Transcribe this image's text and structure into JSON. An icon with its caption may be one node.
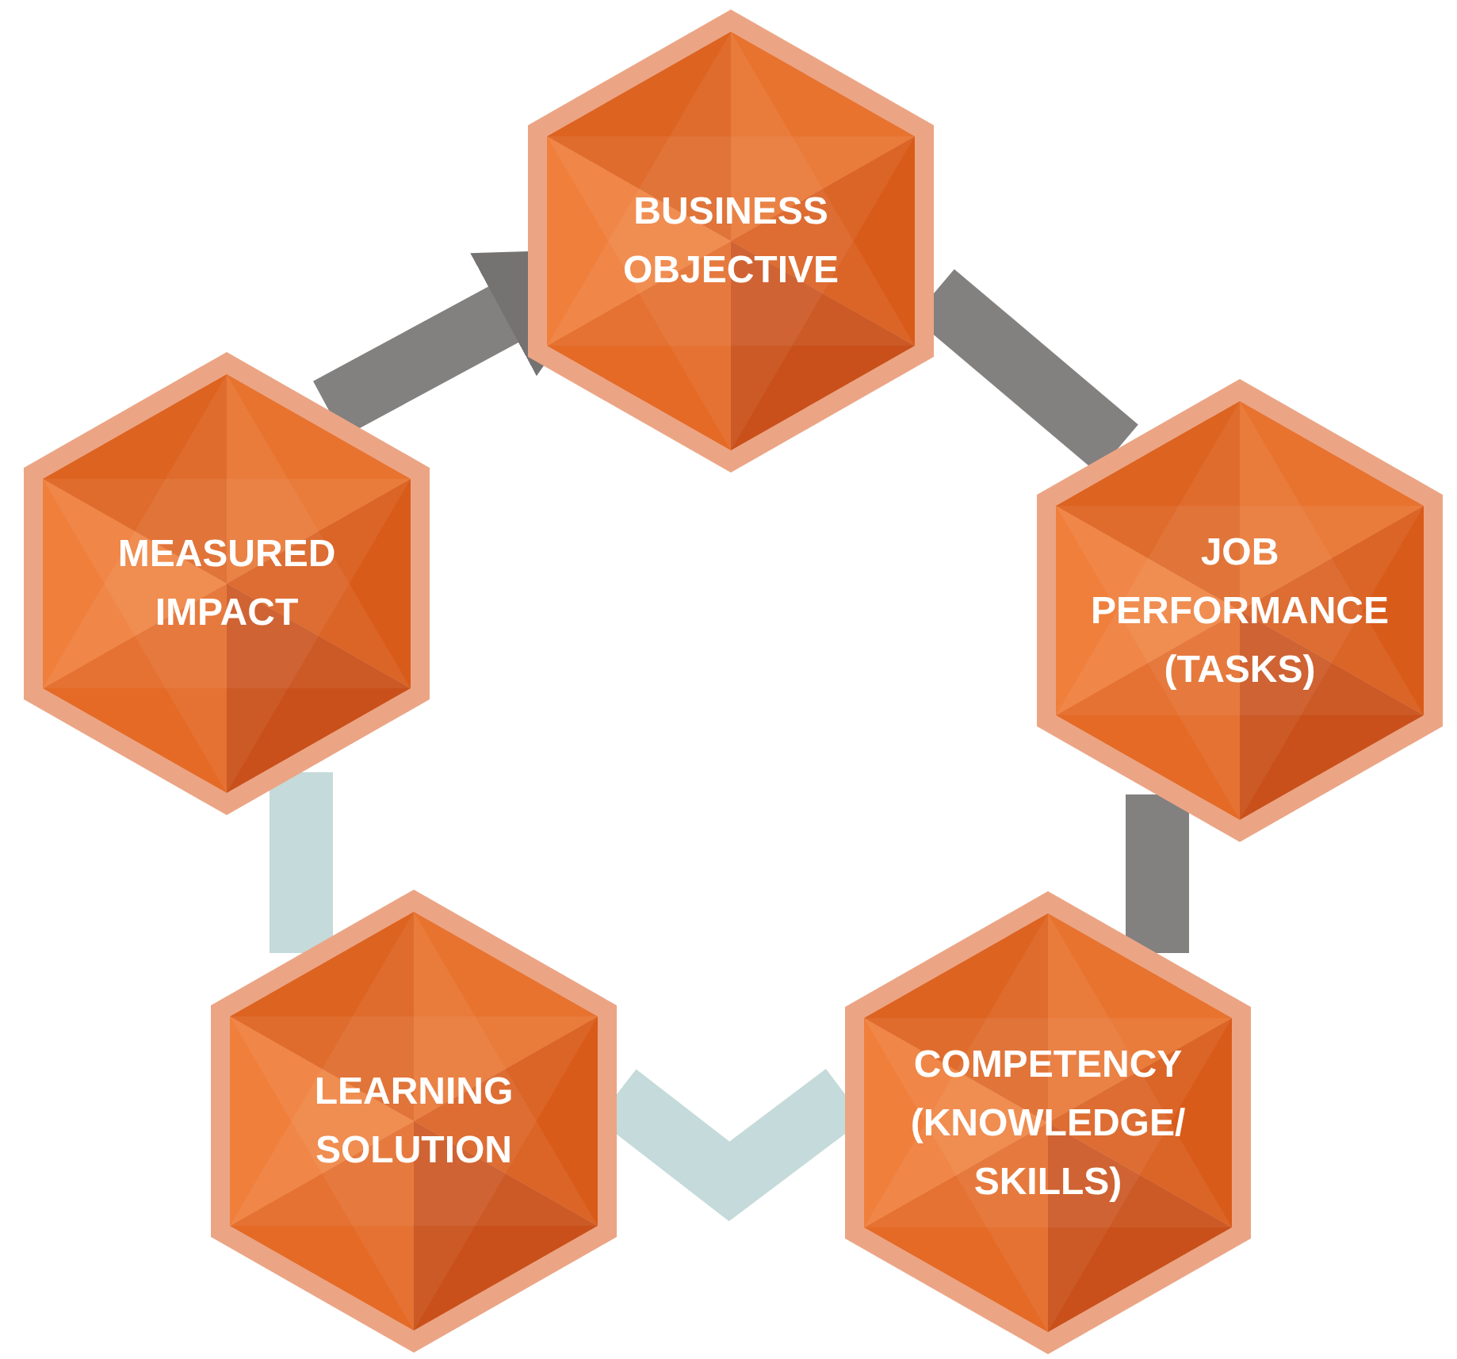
{
  "diagram": {
    "nodes": [
      {
        "text": [
          "BUSINESS OBJECTIVE"
        ]
      },
      {
        "text": [
          "MEASURED IMPACT"
        ]
      },
      {
        "text": [
          "JOB PERFORMANCE (TASKS)"
        ]
      },
      {
        "text": [
          "LEARNING SOLUTION"
        ]
      },
      {
        "text": [
          "COMPETENCY (KNOWLEDGE/ SKILLS)"
        ]
      }
    ],
    "edges": [
      {
        "from": 0,
        "to": 2,
        "arrow": "none"
      },
      {
        "from": 2,
        "to": 4,
        "arrow": "none"
      },
      {
        "from": 4,
        "to": 3,
        "arrow": "none",
        "color": "#bfd6d6"
      },
      {
        "from": 3,
        "to": 1,
        "arrow": "none",
        "color": "#bfd6d6"
      },
      {
        "from": 1,
        "to": 0,
        "arrow": "to"
      }
    ]
  }
}
